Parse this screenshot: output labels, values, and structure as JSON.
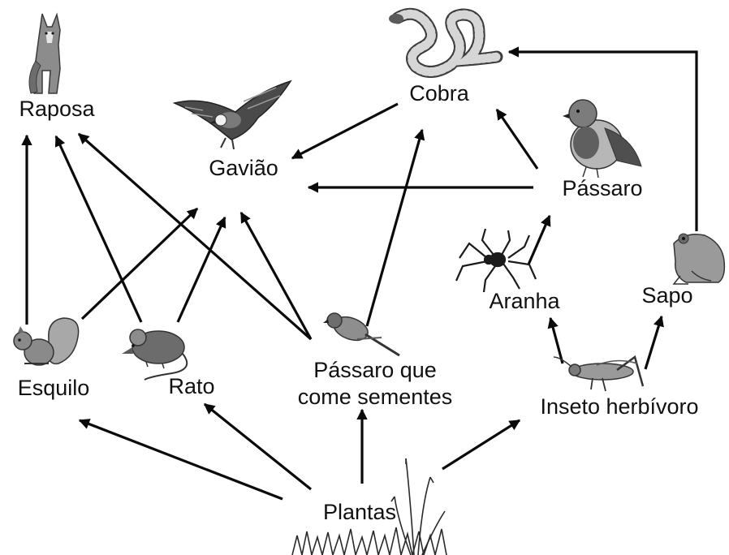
{
  "colors": {
    "arrow": "#0a0a0a",
    "illustration_dark": "#3a3a3a",
    "illustration_mid": "#7d7d7d",
    "illustration_light": "#c8c8c8"
  },
  "organisms": {
    "raposa": {
      "label": "Raposa",
      "icon": "fox-icon"
    },
    "gaviao": {
      "label": "Gavião",
      "icon": "hawk-icon"
    },
    "cobra": {
      "label": "Cobra",
      "icon": "snake-icon"
    },
    "passaro": {
      "label": "Pássaro",
      "icon": "bird-icon"
    },
    "aranha": {
      "label": "Aranha",
      "icon": "spider-icon"
    },
    "sapo": {
      "label": "Sapo",
      "icon": "frog-icon"
    },
    "esquilo": {
      "label": "Esquilo",
      "icon": "squirrel-icon"
    },
    "rato": {
      "label": "Rato",
      "icon": "mouse-icon"
    },
    "passaro_sementes": {
      "label_line1": "Pássaro que",
      "label_line2": "come sementes",
      "icon": "seed-bird-icon"
    },
    "inseto": {
      "label": "Inseto herbívoro",
      "icon": "grasshopper-icon"
    },
    "plantas": {
      "label": "Plantas",
      "icon": "grass-icon"
    }
  },
  "relations": [
    {
      "from": "Plantas",
      "to": "Esquilo"
    },
    {
      "from": "Plantas",
      "to": "Rato"
    },
    {
      "from": "Plantas",
      "to": "Pássaro que come sementes"
    },
    {
      "from": "Plantas",
      "to": "Inseto herbívoro"
    },
    {
      "from": "Esquilo",
      "to": "Raposa"
    },
    {
      "from": "Esquilo",
      "to": "Gavião"
    },
    {
      "from": "Rato",
      "to": "Raposa"
    },
    {
      "from": "Rato",
      "to": "Gavião"
    },
    {
      "from": "Pássaro que come sementes",
      "to": "Raposa"
    },
    {
      "from": "Pássaro que come sementes",
      "to": "Gavião"
    },
    {
      "from": "Pássaro que come sementes",
      "to": "Cobra"
    },
    {
      "from": "Inseto herbívoro",
      "to": "Aranha"
    },
    {
      "from": "Inseto herbívoro",
      "to": "Sapo"
    },
    {
      "from": "Aranha",
      "to": "Pássaro"
    },
    {
      "from": "Pássaro",
      "to": "Cobra"
    },
    {
      "from": "Pássaro",
      "to": "Gavião"
    },
    {
      "from": "Cobra",
      "to": "Gavião"
    },
    {
      "from": "Sapo",
      "to": "Cobra"
    }
  ]
}
